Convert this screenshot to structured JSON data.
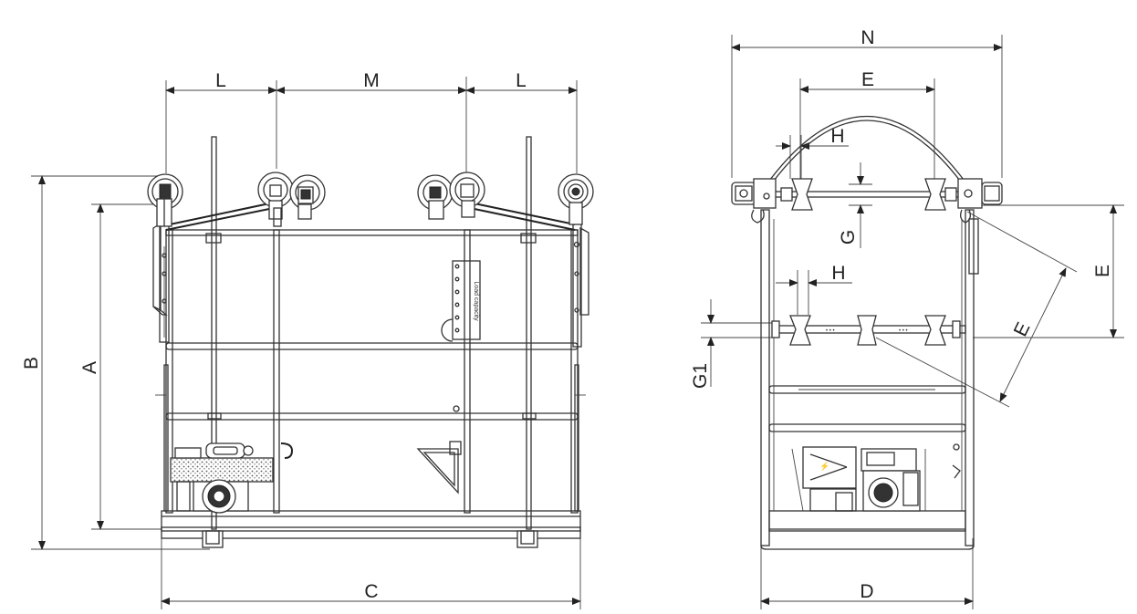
{
  "front_view": {
    "dimensions": {
      "L_left": "L",
      "M": "M",
      "L_right": "L",
      "B": "B",
      "A": "A",
      "C": "C"
    }
  },
  "side_view": {
    "dimensions": {
      "N": "N",
      "E_top": "E",
      "H_top": "H",
      "G": "G",
      "H_mid": "H",
      "G1": "G1",
      "E_diag": "E",
      "E_right": "E",
      "D": "D"
    }
  },
  "placard_text": "Load capacity"
}
